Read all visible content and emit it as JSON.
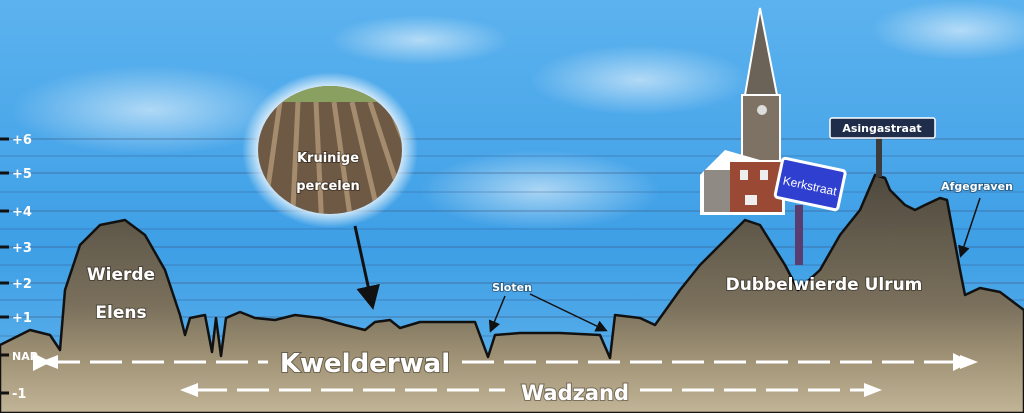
{
  "scale": {
    "ticks": [
      "+6",
      "+5",
      "+4",
      "+3",
      "+2",
      "+1",
      "NAP",
      "-1"
    ]
  },
  "labels": {
    "wierde_elens": [
      "Wierde",
      "Elens"
    ],
    "kruinige_percelen": [
      "Kruinige",
      "percelen"
    ],
    "kwelderwal": "Kwelderwal",
    "wadzand": "Wadzand",
    "sloten": "Sloten",
    "dubbelwierde": "Dubbelwierde Ulrum",
    "afgegraven": "Afgegraven",
    "kerkstraat": "Kerkstraat",
    "asingastraat": "Asingastraat"
  },
  "colors": {
    "sky": "#4aa6ea",
    "soil_dark": "#5e5647",
    "soil_light": "#b9ab8e",
    "sign_blue": "#2f3fd0",
    "sign_dark": "#1f2d4a"
  }
}
